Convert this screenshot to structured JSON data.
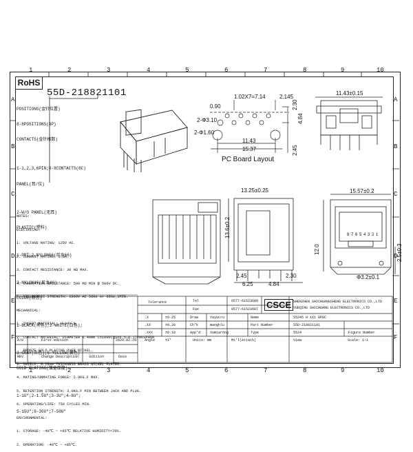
{
  "columns": [
    "1",
    "2",
    "3",
    "4",
    "5",
    "6",
    "7",
    "8",
    "9",
    "10"
  ],
  "rows": [
    "A",
    "B",
    "C",
    "D",
    "E",
    "F"
  ],
  "rohs": "RoHS",
  "part_number": "55D-218821101",
  "spec": {
    "positions_title": "POSITIONS(金针位置)",
    "positions": "8-8POSITIONS(8P)",
    "contacts_title": "CONTACTS(金针根数)",
    "contacts": "1-1,2,3,6PIN;8-8CONTACTS(8C)",
    "panel_title": "PANEL(耳/位)",
    "panel": "2-W/O PANEL(无耳)",
    "plastic_title": "PLASTIC(塑料)",
    "plastic_1": "1-PBT;2-NYLON66(尼龙66)",
    "plastic_2": "3-NYLON46(尼龙46)",
    "color_title": "COLOR(颜色)",
    "color_1": "1-BLACK(黑色);2-WHITE(白色);",
    "color_2": "3-GRAY(灰色);5-YELLOW(黄色)",
    "gold_title": "GOLD PLATING(镀金厚度)",
    "gold_1": "1-1U\";2-1.5U\";3-3U\";4-6U\";",
    "gold_2": "5-15U\";6-30U\";7-50U\""
  },
  "notes": [
    "NOTES:",
    "ELECTRICAL:",
    "1. VOLTAGE RATING: 125V AC.",
    "2. CURRENT RATING: 1.5A.",
    "3. CONTACT RESISTANCE: 30 mΩ MAX.",
    "4. INSULATION RESISTANCE: 500 MΩ MIN @ 500V DC.",
    "5. DIELECTRIC STRENGTH: 1000V AC 50Hz or 60Hz,1MIN.",
    "MECHANICAL:",
    "1. INSERT MATERIAL: UL94V-0.",
    "2. CONTACT MATERIAL: DIAMETER 0.46mm C51000(QSn6.5-0.1)PHOSPHOR",
    "   BRONZE GOLD PLATING OVER NICKEL.",
    "3. SHIELD: 0.20mm THICKNESS BRASS NICKEL PLATED.",
    "4. MATING/UNMATING FORCE: 2.0KG.F MAX.",
    "5. RETENTION STRENGTH: 3.0KG.F MIN BETWEEN JACK AND PLUG.",
    "6. OPERATING/LIFE: 750 CYCLES MIN.",
    "ENVIRONMENTAL:",
    "1. STORAGE: -40℃ ~ +85℃ RELATIVE HUMIDITY<70%.",
    "2. OPERATION: -40℃ ~ +85℃."
  ],
  "pcb": {
    "title": "PC Board Layout",
    "d_pitch": "1.02X7=7.14",
    "d_2145": "2.145",
    "d_090": "0.90",
    "d_310": "2-Φ3.10",
    "d_160": "2-Φ1.60",
    "d_1143": "11.43",
    "d_1537": "15.37",
    "d_230": "2.30",
    "d_484": "4.84",
    "d_245": "2.45"
  },
  "side_top": {
    "d_width": "11.43±0.15"
  },
  "front": {
    "d_1325": "13.25±0.25",
    "d_136": "13.6±0.2",
    "d_245": "2.45",
    "d_625": "6.25",
    "d_484": "4.84",
    "d_230": "2.30"
  },
  "face": {
    "d_1557": "15.57±0.2",
    "d_120": "12.0",
    "d_25": "2.5±0.3",
    "d_32": "Φ3.2±0.1",
    "pins": "8 7 6 5 4 3 2 1"
  },
  "title_block": {
    "tolerance": "Tolerance",
    "tel_label": "Tel",
    "tel": "0577-61523680",
    "fax_label": "Fax",
    "fax": "0577-61523687",
    "logo": "CSCE",
    "company_1": "SHENZHEN SHICHUANGSHENG ELECTRONICS CO.,LTD",
    "company_2": "YUEQING SHICHUANG ELECTRONICS CO.,LTD",
    "tol_rows": [
      {
        "k": ".X",
        "v": "±0.25"
      },
      {
        "k": ".XX",
        "v": "±0.20"
      },
      {
        "k": ".XXX",
        "v": "±0.10"
      },
      {
        "k": "Angle",
        "v": "±1°"
      }
    ],
    "draw_label": "Draw",
    "draw": "Yayucru",
    "chk_label": "Ch'k",
    "chk": "Wanghlu",
    "app_label": "App'd",
    "app": "Xumiarong",
    "units_label": "Units: mm",
    "name_label": "Name",
    "name": "55245 H 1X1 8P8C",
    "partno_label": "Part Number",
    "partno": "55D-218821101",
    "type_label": "Type",
    "type": "5524",
    "figure_label": "Figure Number",
    "material_label": "Mt'l(Attach)",
    "view_label": "View",
    "scale": "Scale: 1:1",
    "rev_row_a": "A/0",
    "first_edition": "First edition",
    "date": "2020.02.26",
    "rev": "REV",
    "change": "Change Description",
    "edition": "Edition",
    "datecol": "Date"
  }
}
